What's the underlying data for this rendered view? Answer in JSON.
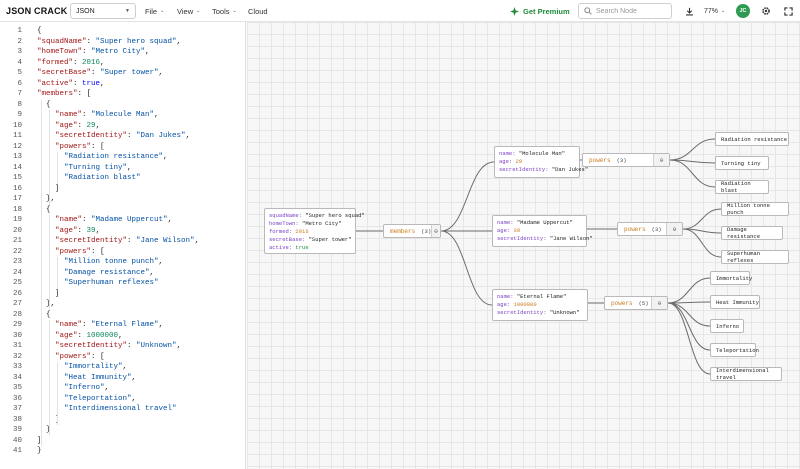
{
  "app": {
    "brand": "JSON CRACK"
  },
  "toolbar": {
    "format_value": "JSON",
    "menus": [
      "File",
      "View",
      "Tools",
      "Cloud"
    ],
    "premium_label": "Get Premium",
    "search_placeholder": "Search Node",
    "zoom": "77%",
    "avatar_initials": "JC"
  },
  "editor": {
    "lines": [
      [
        [
          "p",
          "{"
        ]
      ],
      [
        [
          "k",
          "\"squadName\""
        ],
        [
          "p",
          ": "
        ],
        [
          "s",
          "\"Super hero squad\""
        ],
        [
          "p",
          ","
        ]
      ],
      [
        [
          "k",
          "\"homeTown\""
        ],
        [
          "p",
          ": "
        ],
        [
          "s",
          "\"Metro City\""
        ],
        [
          "p",
          ","
        ]
      ],
      [
        [
          "k",
          "\"formed\""
        ],
        [
          "p",
          ": "
        ],
        [
          "n",
          "2016"
        ],
        [
          "p",
          ","
        ]
      ],
      [
        [
          "k",
          "\"secretBase\""
        ],
        [
          "p",
          ": "
        ],
        [
          "s",
          "\"Super tower\""
        ],
        [
          "p",
          ","
        ]
      ],
      [
        [
          "k",
          "\"active\""
        ],
        [
          "p",
          ": "
        ],
        [
          "b",
          "true"
        ],
        [
          "p",
          ","
        ]
      ],
      [
        [
          "k",
          "\"members\""
        ],
        [
          "p",
          ": ["
        ]
      ],
      [
        [
          "p",
          "  {"
        ]
      ],
      [
        [
          "p",
          "    "
        ],
        [
          "k",
          "\"name\""
        ],
        [
          "p",
          ": "
        ],
        [
          "s",
          "\"Molecule Man\""
        ],
        [
          "p",
          ","
        ]
      ],
      [
        [
          "p",
          "    "
        ],
        [
          "k",
          "\"age\""
        ],
        [
          "p",
          ": "
        ],
        [
          "n",
          "29"
        ],
        [
          "p",
          ","
        ]
      ],
      [
        [
          "p",
          "    "
        ],
        [
          "k",
          "\"secretIdentity\""
        ],
        [
          "p",
          ": "
        ],
        [
          "s",
          "\"Dan Jukes\""
        ],
        [
          "p",
          ","
        ]
      ],
      [
        [
          "p",
          "    "
        ],
        [
          "k",
          "\"powers\""
        ],
        [
          "p",
          ": ["
        ]
      ],
      [
        [
          "p",
          "      "
        ],
        [
          "s",
          "\"Radiation resistance\""
        ],
        [
          "p",
          ","
        ]
      ],
      [
        [
          "p",
          "      "
        ],
        [
          "s",
          "\"Turning tiny\""
        ],
        [
          "p",
          ","
        ]
      ],
      [
        [
          "p",
          "      "
        ],
        [
          "s",
          "\"Radiation blast\""
        ]
      ],
      [
        [
          "p",
          "    ]"
        ]
      ],
      [
        [
          "p",
          "  },"
        ]
      ],
      [
        [
          "p",
          "  {"
        ]
      ],
      [
        [
          "p",
          "    "
        ],
        [
          "k",
          "\"name\""
        ],
        [
          "p",
          ": "
        ],
        [
          "s",
          "\"Madame Uppercut\""
        ],
        [
          "p",
          ","
        ]
      ],
      [
        [
          "p",
          "    "
        ],
        [
          "k",
          "\"age\""
        ],
        [
          "p",
          ": "
        ],
        [
          "n",
          "39"
        ],
        [
          "p",
          ","
        ]
      ],
      [
        [
          "p",
          "    "
        ],
        [
          "k",
          "\"secretIdentity\""
        ],
        [
          "p",
          ": "
        ],
        [
          "s",
          "\"Jane Wilson\""
        ],
        [
          "p",
          ","
        ]
      ],
      [
        [
          "p",
          "    "
        ],
        [
          "k",
          "\"powers\""
        ],
        [
          "p",
          ": ["
        ]
      ],
      [
        [
          "p",
          "      "
        ],
        [
          "s",
          "\"Million tonne punch\""
        ],
        [
          "p",
          ","
        ]
      ],
      [
        [
          "p",
          "      "
        ],
        [
          "s",
          "\"Damage resistance\""
        ],
        [
          "p",
          ","
        ]
      ],
      [
        [
          "p",
          "      "
        ],
        [
          "s",
          "\"Superhuman reflexes\""
        ]
      ],
      [
        [
          "p",
          "    ]"
        ]
      ],
      [
        [
          "p",
          "  },"
        ]
      ],
      [
        [
          "p",
          "  {"
        ]
      ],
      [
        [
          "p",
          "    "
        ],
        [
          "k",
          "\"name\""
        ],
        [
          "p",
          ": "
        ],
        [
          "s",
          "\"Eternal Flame\""
        ],
        [
          "p",
          ","
        ]
      ],
      [
        [
          "p",
          "    "
        ],
        [
          "k",
          "\"age\""
        ],
        [
          "p",
          ": "
        ],
        [
          "n",
          "1000000"
        ],
        [
          "p",
          ","
        ]
      ],
      [
        [
          "p",
          "    "
        ],
        [
          "k",
          "\"secretIdentity\""
        ],
        [
          "p",
          ": "
        ],
        [
          "s",
          "\"Unknown\""
        ],
        [
          "p",
          ","
        ]
      ],
      [
        [
          "p",
          "    "
        ],
        [
          "k",
          "\"powers\""
        ],
        [
          "p",
          ": ["
        ]
      ],
      [
        [
          "p",
          "      "
        ],
        [
          "s",
          "\"Immortality\""
        ],
        [
          "p",
          ","
        ]
      ],
      [
        [
          "p",
          "      "
        ],
        [
          "s",
          "\"Heat Immunity\""
        ],
        [
          "p",
          ","
        ]
      ],
      [
        [
          "p",
          "      "
        ],
        [
          "s",
          "\"Inferno\""
        ],
        [
          "p",
          ","
        ]
      ],
      [
        [
          "p",
          "      "
        ],
        [
          "s",
          "\"Teleportation\""
        ],
        [
          "p",
          ","
        ]
      ],
      [
        [
          "p",
          "      "
        ],
        [
          "s",
          "\"Interdimensional travel\""
        ]
      ],
      [
        [
          "p",
          "    ]"
        ]
      ],
      [
        [
          "p",
          "  }"
        ]
      ],
      [
        [
          "p",
          "]"
        ]
      ],
      [
        [
          "p",
          "}"
        ]
      ]
    ]
  },
  "graph": {
    "root": [
      [
        "squadName",
        "\"Super hero squad\"",
        "vs"
      ],
      [
        "homeTown",
        "\"Metro City\"",
        "vs"
      ],
      [
        "formed",
        "2016",
        "vn"
      ],
      [
        "secretBase",
        "\"Super tower\"",
        "vs"
      ],
      [
        "active",
        "true",
        "vb"
      ]
    ],
    "members_label": "members",
    "members_count": "(3)",
    "expand_glyph": "⊖",
    "powers_label": "powers",
    "members": [
      {
        "rows": [
          [
            "name",
            "\"Molecule Man\"",
            "vs"
          ],
          [
            "age",
            "29",
            "vn"
          ],
          [
            "secretIdentity",
            "\"Dan Jukes\"",
            "vs"
          ]
        ],
        "powers_count": "(3)",
        "powers": [
          "Radiation resistance",
          "Turning tiny",
          "Radiation blast"
        ]
      },
      {
        "rows": [
          [
            "name",
            "\"Madame Uppercut\"",
            "vs"
          ],
          [
            "age",
            "39",
            "vn"
          ],
          [
            "secretIdentity",
            "\"Jane Wilson\"",
            "vs"
          ]
        ],
        "powers_count": "(3)",
        "powers": [
          "Million tonne punch",
          "Damage resistance",
          "Superhuman reflexes"
        ]
      },
      {
        "rows": [
          [
            "name",
            "\"Eternal Flame\"",
            "vs"
          ],
          [
            "age",
            "1000000",
            "vn"
          ],
          [
            "secretIdentity",
            "\"Unknown\"",
            "vs"
          ]
        ],
        "powers_count": "(5)",
        "powers": [
          "Immortality",
          "Heat Immunity",
          "Inferno",
          "Teleportation",
          "Interdimensional travel"
        ]
      }
    ]
  }
}
